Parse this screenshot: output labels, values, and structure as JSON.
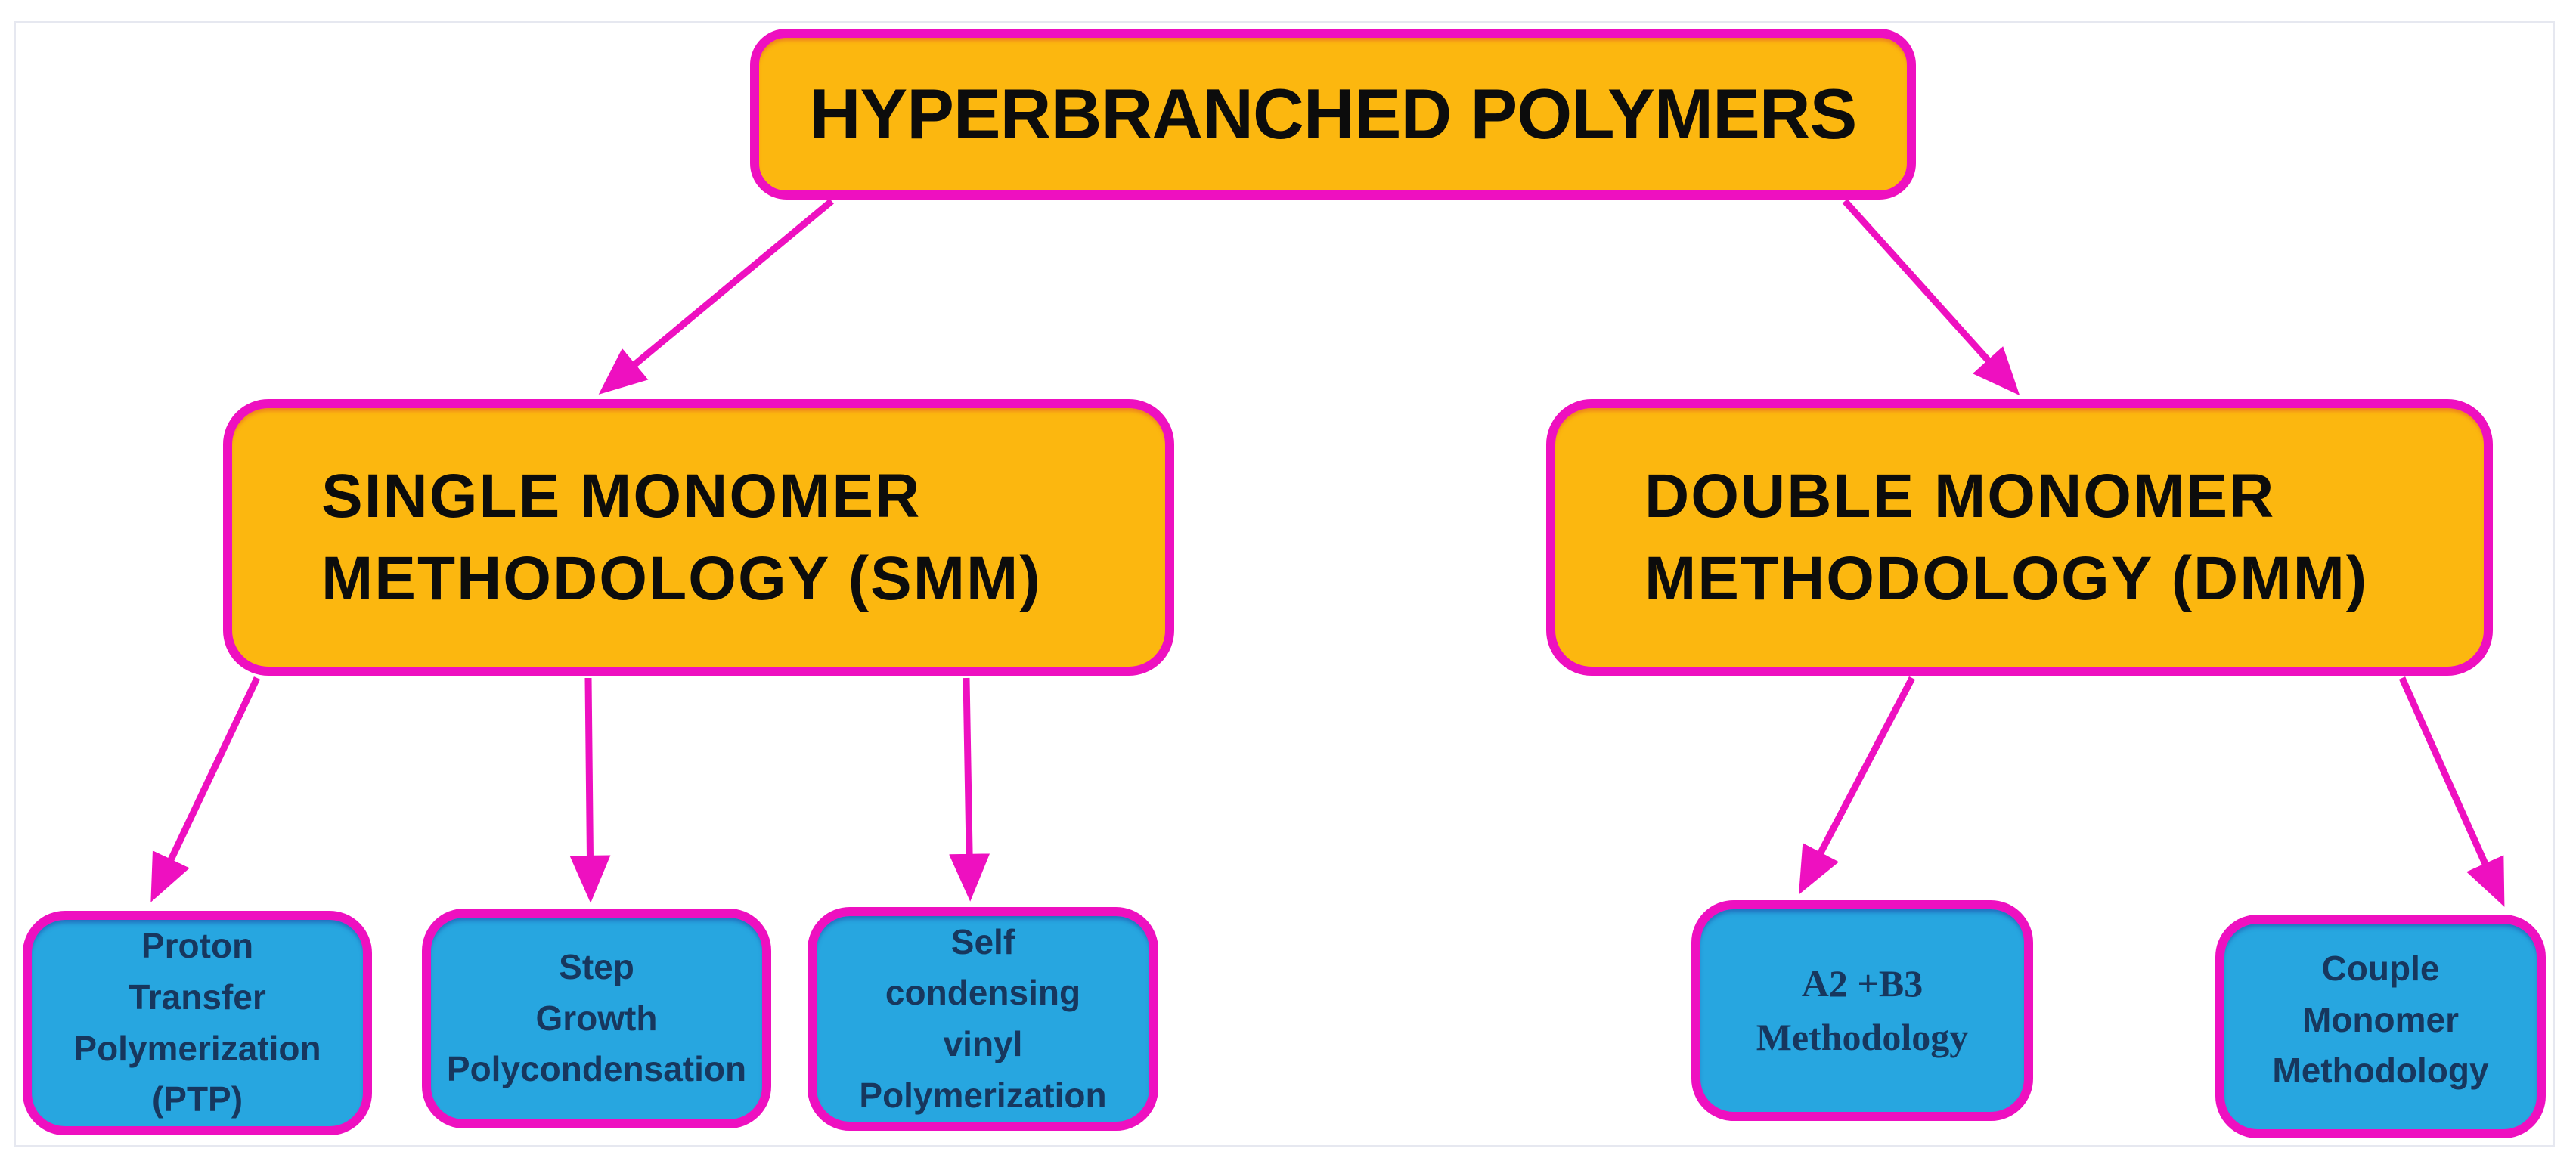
{
  "diagram": {
    "title": "HYPERBRANCHED POLYMERS",
    "colors": {
      "canvas": "#ffffff",
      "frame": "#e6e8f0",
      "node-border": "#ee10c0",
      "arrow": "#ee10c0",
      "node-fill-primary": "#fcb70f",
      "node-fill-secondary": "#27a6e0",
      "text-primary": "#0c0c0c",
      "text-secondary": "#17375e"
    },
    "nodes": [
      {
        "id": "root",
        "level": 0,
        "label": "HYPERBRANCHED POLYMERS"
      },
      {
        "id": "smm",
        "level": 1,
        "label": "SINGLE MONOMER\nMETHODOLOGY (SMM)"
      },
      {
        "id": "dmm",
        "level": 1,
        "label": "DOUBLE MONOMER\nMETHODOLOGY (DMM)"
      },
      {
        "id": "ptp",
        "level": 2,
        "label": "Proton\nTransfer\nPolymerization\n(PTP)"
      },
      {
        "id": "sgp",
        "level": 2,
        "label": "Step\nGrowth\nPolycondensation"
      },
      {
        "id": "scvp",
        "level": 2,
        "label": "Self\ncondensing\nvinyl\nPolymerization"
      },
      {
        "id": "a2b3",
        "level": 2,
        "label": "A2 +B3\nMethodology"
      },
      {
        "id": "cmm",
        "level": 2,
        "label": "Couple\nMonomer\nMethodology"
      }
    ],
    "edges": [
      {
        "from": "root",
        "to": "smm"
      },
      {
        "from": "root",
        "to": "dmm"
      },
      {
        "from": "smm",
        "to": "ptp"
      },
      {
        "from": "smm",
        "to": "sgp"
      },
      {
        "from": "smm",
        "to": "scvp"
      },
      {
        "from": "dmm",
        "to": "a2b3"
      },
      {
        "from": "dmm",
        "to": "cmm"
      }
    ]
  }
}
